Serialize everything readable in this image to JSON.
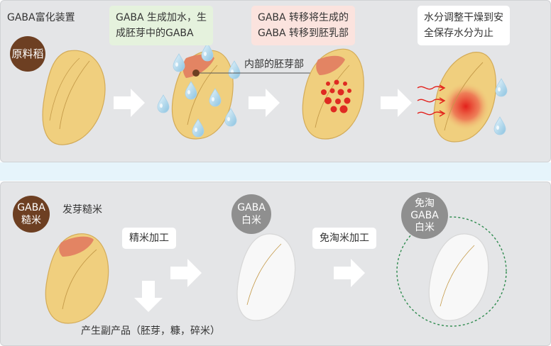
{
  "top": {
    "title": "GABA富化装置",
    "badge": "原料稻",
    "step1": {
      "line1": "GABA 生成加水，生",
      "line2": "成胚芽中的GABA"
    },
    "step2": {
      "line1": "GABA 转移将生成的",
      "line2": "GABA 转移到胚乳部"
    },
    "step3": {
      "line1": "水分调整干燥到安",
      "line2": "全保存水分为止"
    },
    "callout": "内部的胚芽部"
  },
  "bottom": {
    "badge": {
      "line1": "GABA",
      "line2": "糙米"
    },
    "title": "发芽糙米",
    "step_polish": "精米加工",
    "byproduct": "产生副产品（胚芽，糠，碎米）",
    "white_rice": {
      "line1": "GABA",
      "line2": "白米"
    },
    "step_no_wash": "免淘米加工",
    "final": {
      "line1": "免淘",
      "line2": "GABA",
      "line3": "白米"
    }
  },
  "colors": {
    "panel": "#e4e5e7",
    "gap": "#e6f4fb",
    "grain": "#f0cf7e",
    "germ": "#e38463",
    "brown_badge": "#6d3f22",
    "grey_badge": "#8f8f8f",
    "green_box": "#e5f2dd",
    "pink_box": "#fbe3de",
    "heat": "#e3201b",
    "dashed_circle": "#2e8b4e"
  }
}
